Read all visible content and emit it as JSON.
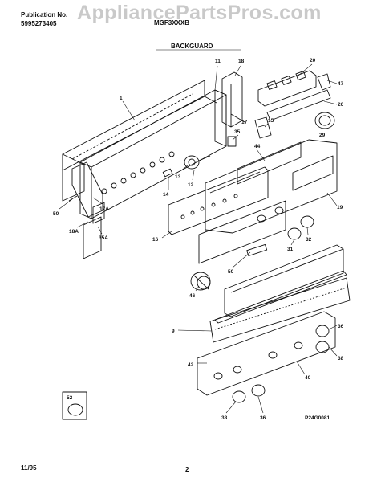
{
  "header": {
    "publication_label": "Publication No.",
    "publication_number": "5995273405",
    "model": "MGF3XXXB",
    "section_title": "BACKGUARD"
  },
  "watermark": "AppliancePartsPros.com",
  "diagram_code": "P24G0081",
  "footer": {
    "date": "11/95",
    "page": "2"
  },
  "parts": [
    {
      "id": "p1",
      "label": "1"
    },
    {
      "id": "p11",
      "label": "11"
    },
    {
      "id": "p18",
      "label": "18"
    },
    {
      "id": "p20",
      "label": "20"
    },
    {
      "id": "p47",
      "label": "47"
    },
    {
      "id": "p26",
      "label": "26"
    },
    {
      "id": "p17",
      "label": "17"
    },
    {
      "id": "p15",
      "label": "15"
    },
    {
      "id": "p29",
      "label": "29"
    },
    {
      "id": "p35",
      "label": "35"
    },
    {
      "id": "p44",
      "label": "44"
    },
    {
      "id": "p13",
      "label": "13"
    },
    {
      "id": "p12",
      "label": "12"
    },
    {
      "id": "p14",
      "label": "14"
    },
    {
      "id": "p17A",
      "label": "17A"
    },
    {
      "id": "p50a",
      "label": "50"
    },
    {
      "id": "p19",
      "label": "19"
    },
    {
      "id": "p18A",
      "label": "18A"
    },
    {
      "id": "p35A",
      "label": "35A"
    },
    {
      "id": "p16",
      "label": "16"
    },
    {
      "id": "p32",
      "label": "32"
    },
    {
      "id": "p31",
      "label": "31"
    },
    {
      "id": "p50b",
      "label": "50"
    },
    {
      "id": "p46",
      "label": "46"
    },
    {
      "id": "p9",
      "label": "9"
    },
    {
      "id": "p36a",
      "label": "36"
    },
    {
      "id": "p38a",
      "label": "38"
    },
    {
      "id": "p42",
      "label": "42"
    },
    {
      "id": "p40",
      "label": "40"
    },
    {
      "id": "p52",
      "label": "52"
    },
    {
      "id": "p38b",
      "label": "38"
    },
    {
      "id": "p36b",
      "label": "36"
    }
  ]
}
